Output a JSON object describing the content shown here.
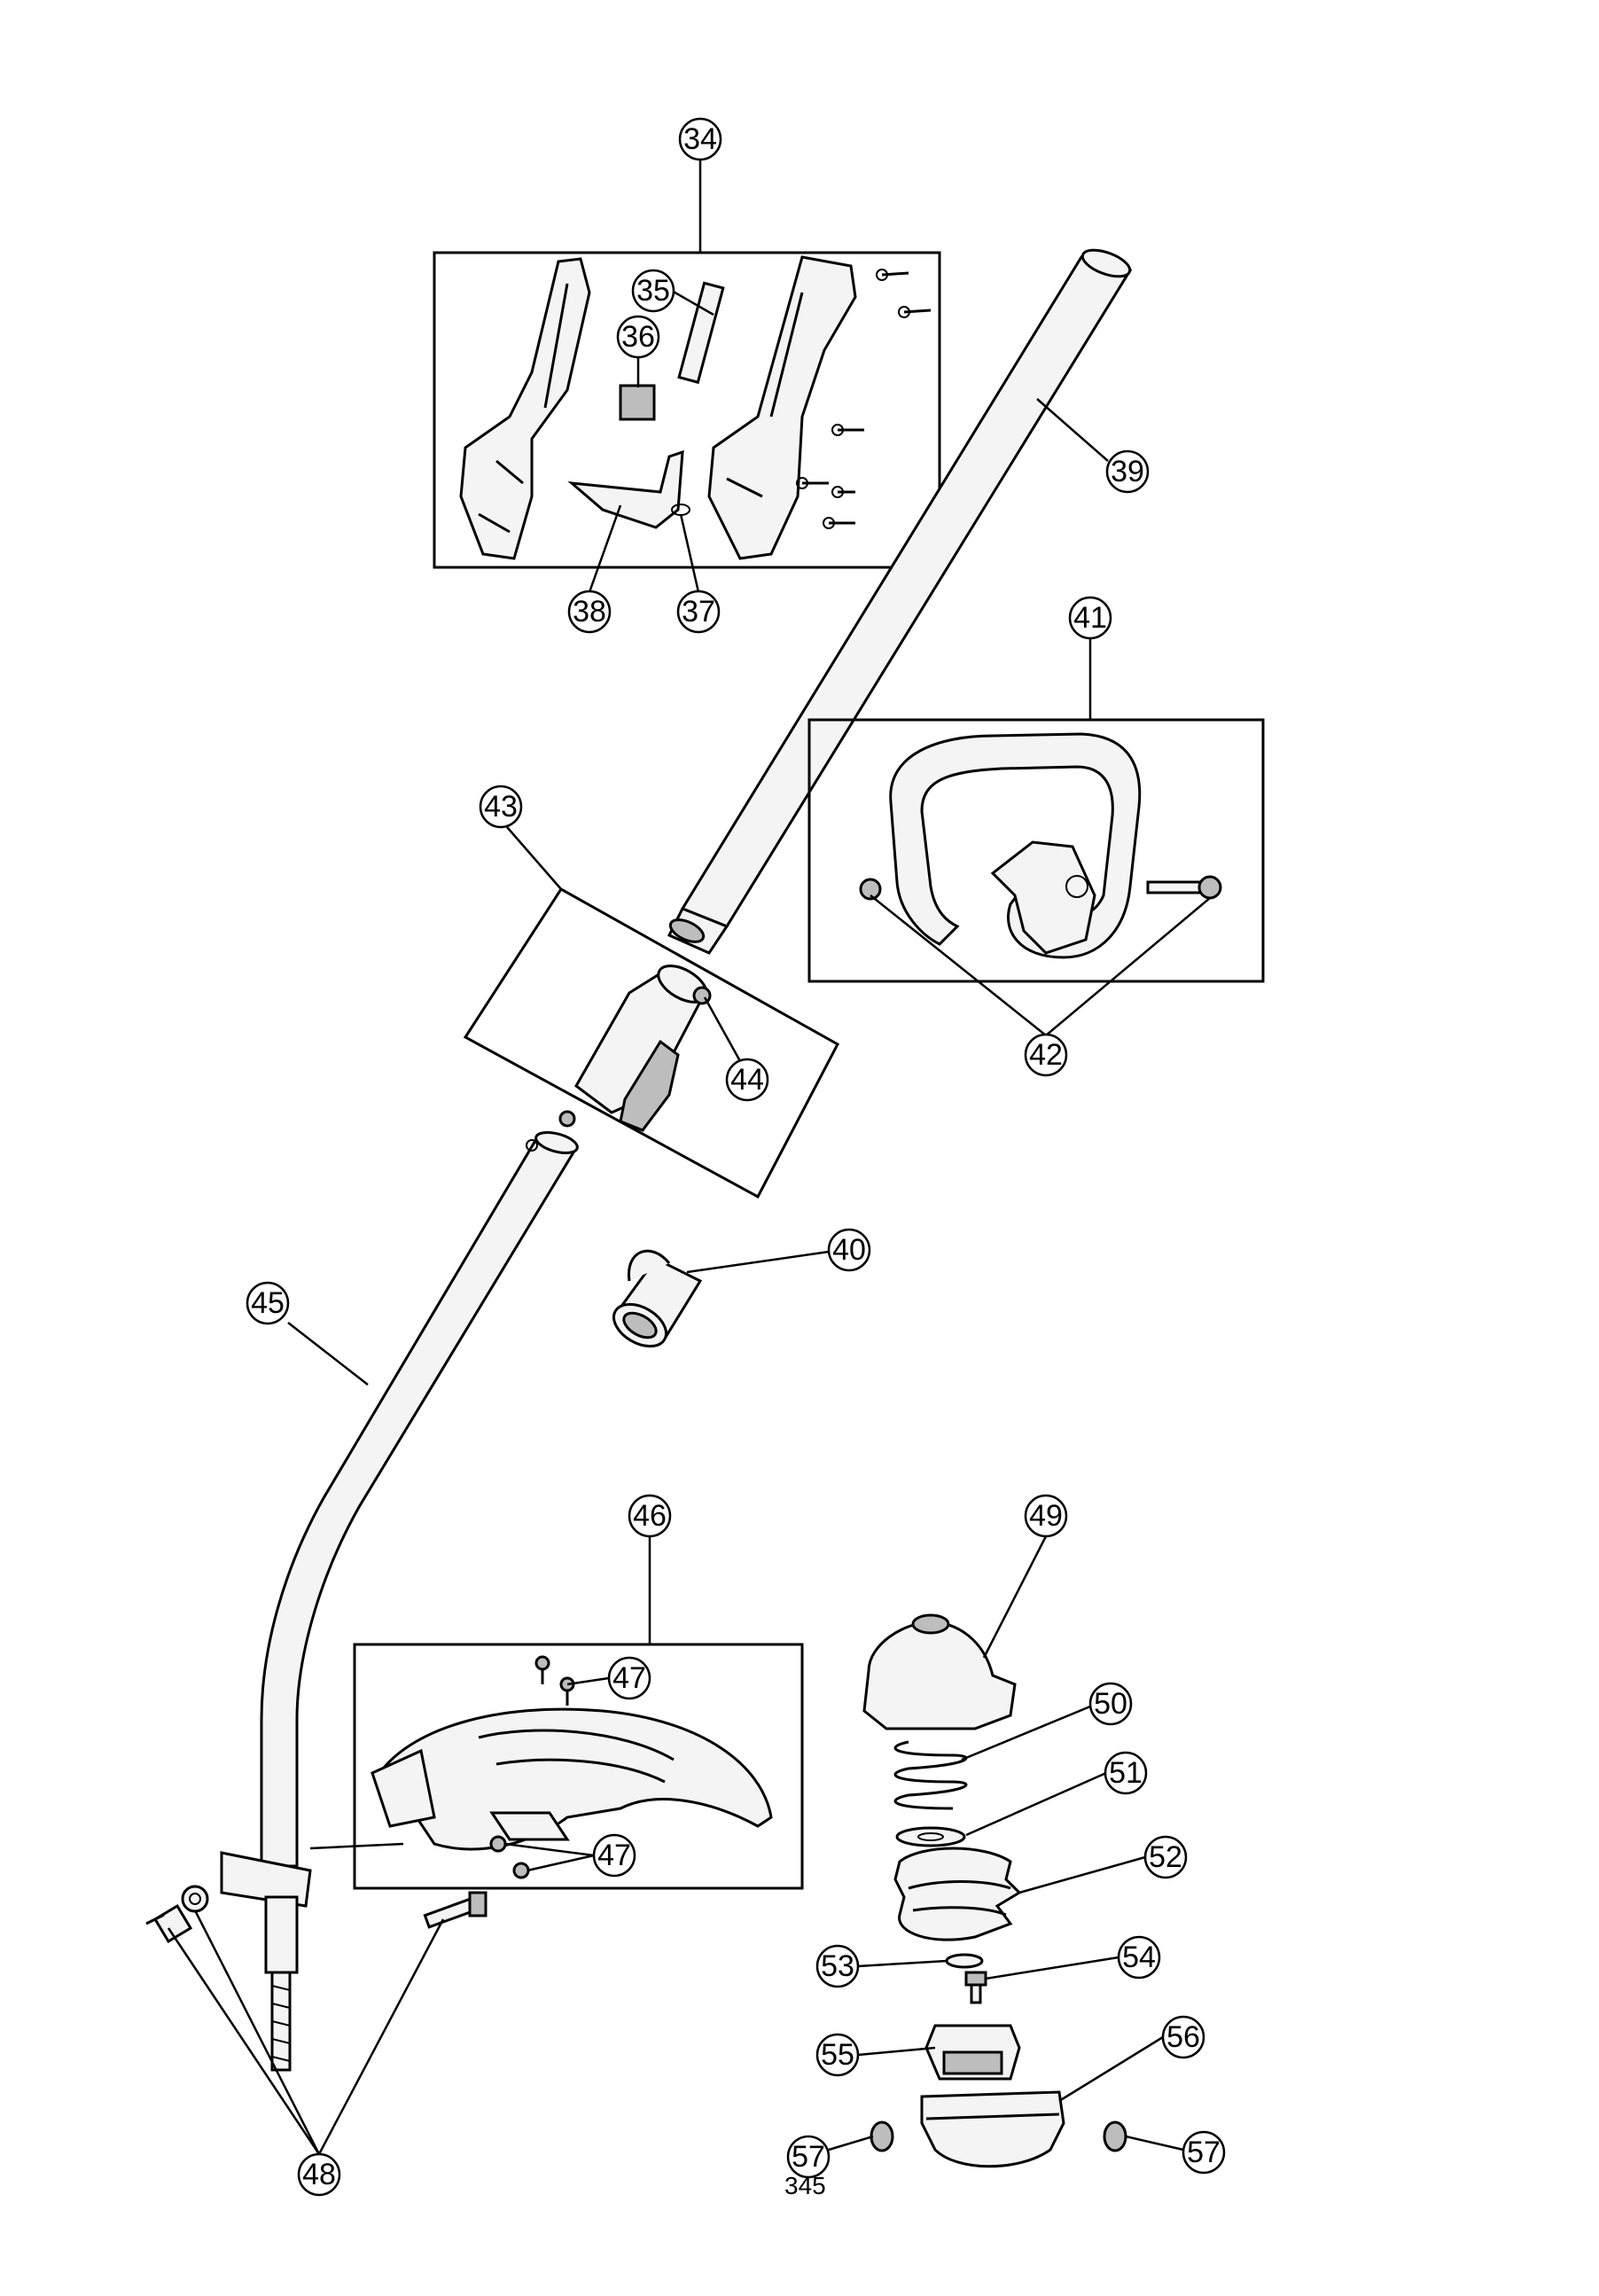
{
  "diagram": {
    "callouts": {
      "c34": "34",
      "c35": "35",
      "c36": "36",
      "c37": "37",
      "c38": "38",
      "c39": "39",
      "c40": "40",
      "c41": "41",
      "c42": "42",
      "c43": "43",
      "c44": "44",
      "c45": "45",
      "c46": "46",
      "c47a": "47",
      "c47b": "47",
      "c48": "48",
      "c49": "49",
      "c50": "50",
      "c51": "51",
      "c52": "52",
      "c53": "53",
      "c54": "54",
      "c55": "55",
      "c56": "56",
      "c57a": "57",
      "c57b": "57"
    },
    "page_mark": "345"
  }
}
